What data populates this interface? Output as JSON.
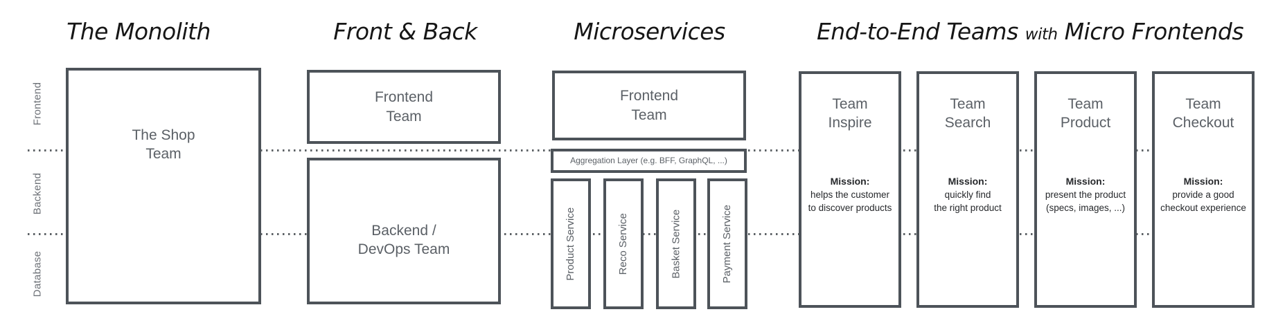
{
  "titles": {
    "monolith": "The Monolith",
    "front_back": "Front & Back",
    "microservices": "Microservices",
    "e2e_prefix": "End-to-End Teams",
    "e2e_with": "with",
    "e2e_suffix": "Micro Frontends"
  },
  "rows": {
    "frontend": "Frontend",
    "backend": "Backend",
    "database": "Database"
  },
  "monolith": {
    "team_line1": "The Shop",
    "team_line2": "Team"
  },
  "front_back": {
    "frontend_line1": "Frontend",
    "frontend_line2": "Team",
    "backend_line1": "Backend /",
    "backend_line2": "DevOps Team"
  },
  "microservices": {
    "frontend_line1": "Frontend",
    "frontend_line2": "Team",
    "aggregation": "Aggregation Layer (e.g. BFF, GraphQL, ...)",
    "services": [
      "Product Service",
      "Reco Service",
      "Basket Service",
      "Payment Service"
    ]
  },
  "teams": [
    {
      "name_line1": "Team",
      "name_line2": "Inspire",
      "mission_label": "Mission:",
      "mission_line1": "helps the customer",
      "mission_line2": "to discover products"
    },
    {
      "name_line1": "Team",
      "name_line2": "Search",
      "mission_label": "Mission:",
      "mission_line1": "quickly find",
      "mission_line2": "the right product"
    },
    {
      "name_line1": "Team",
      "name_line2": "Product",
      "mission_label": "Mission:",
      "mission_line1": "present the product",
      "mission_line2": "(specs, images, ...)"
    },
    {
      "name_line1": "Team",
      "name_line2": "Checkout",
      "mission_label": "Mission:",
      "mission_line1": "provide a good",
      "mission_line2": "checkout experience"
    }
  ],
  "colors": {
    "background": "#ffffff",
    "box_border": "#4d5359",
    "box_text": "#5b6066",
    "title_text": "#161616",
    "mission_text": "#26282b",
    "row_label_text": "#6d7177",
    "dotted_line": "#5c6165"
  }
}
